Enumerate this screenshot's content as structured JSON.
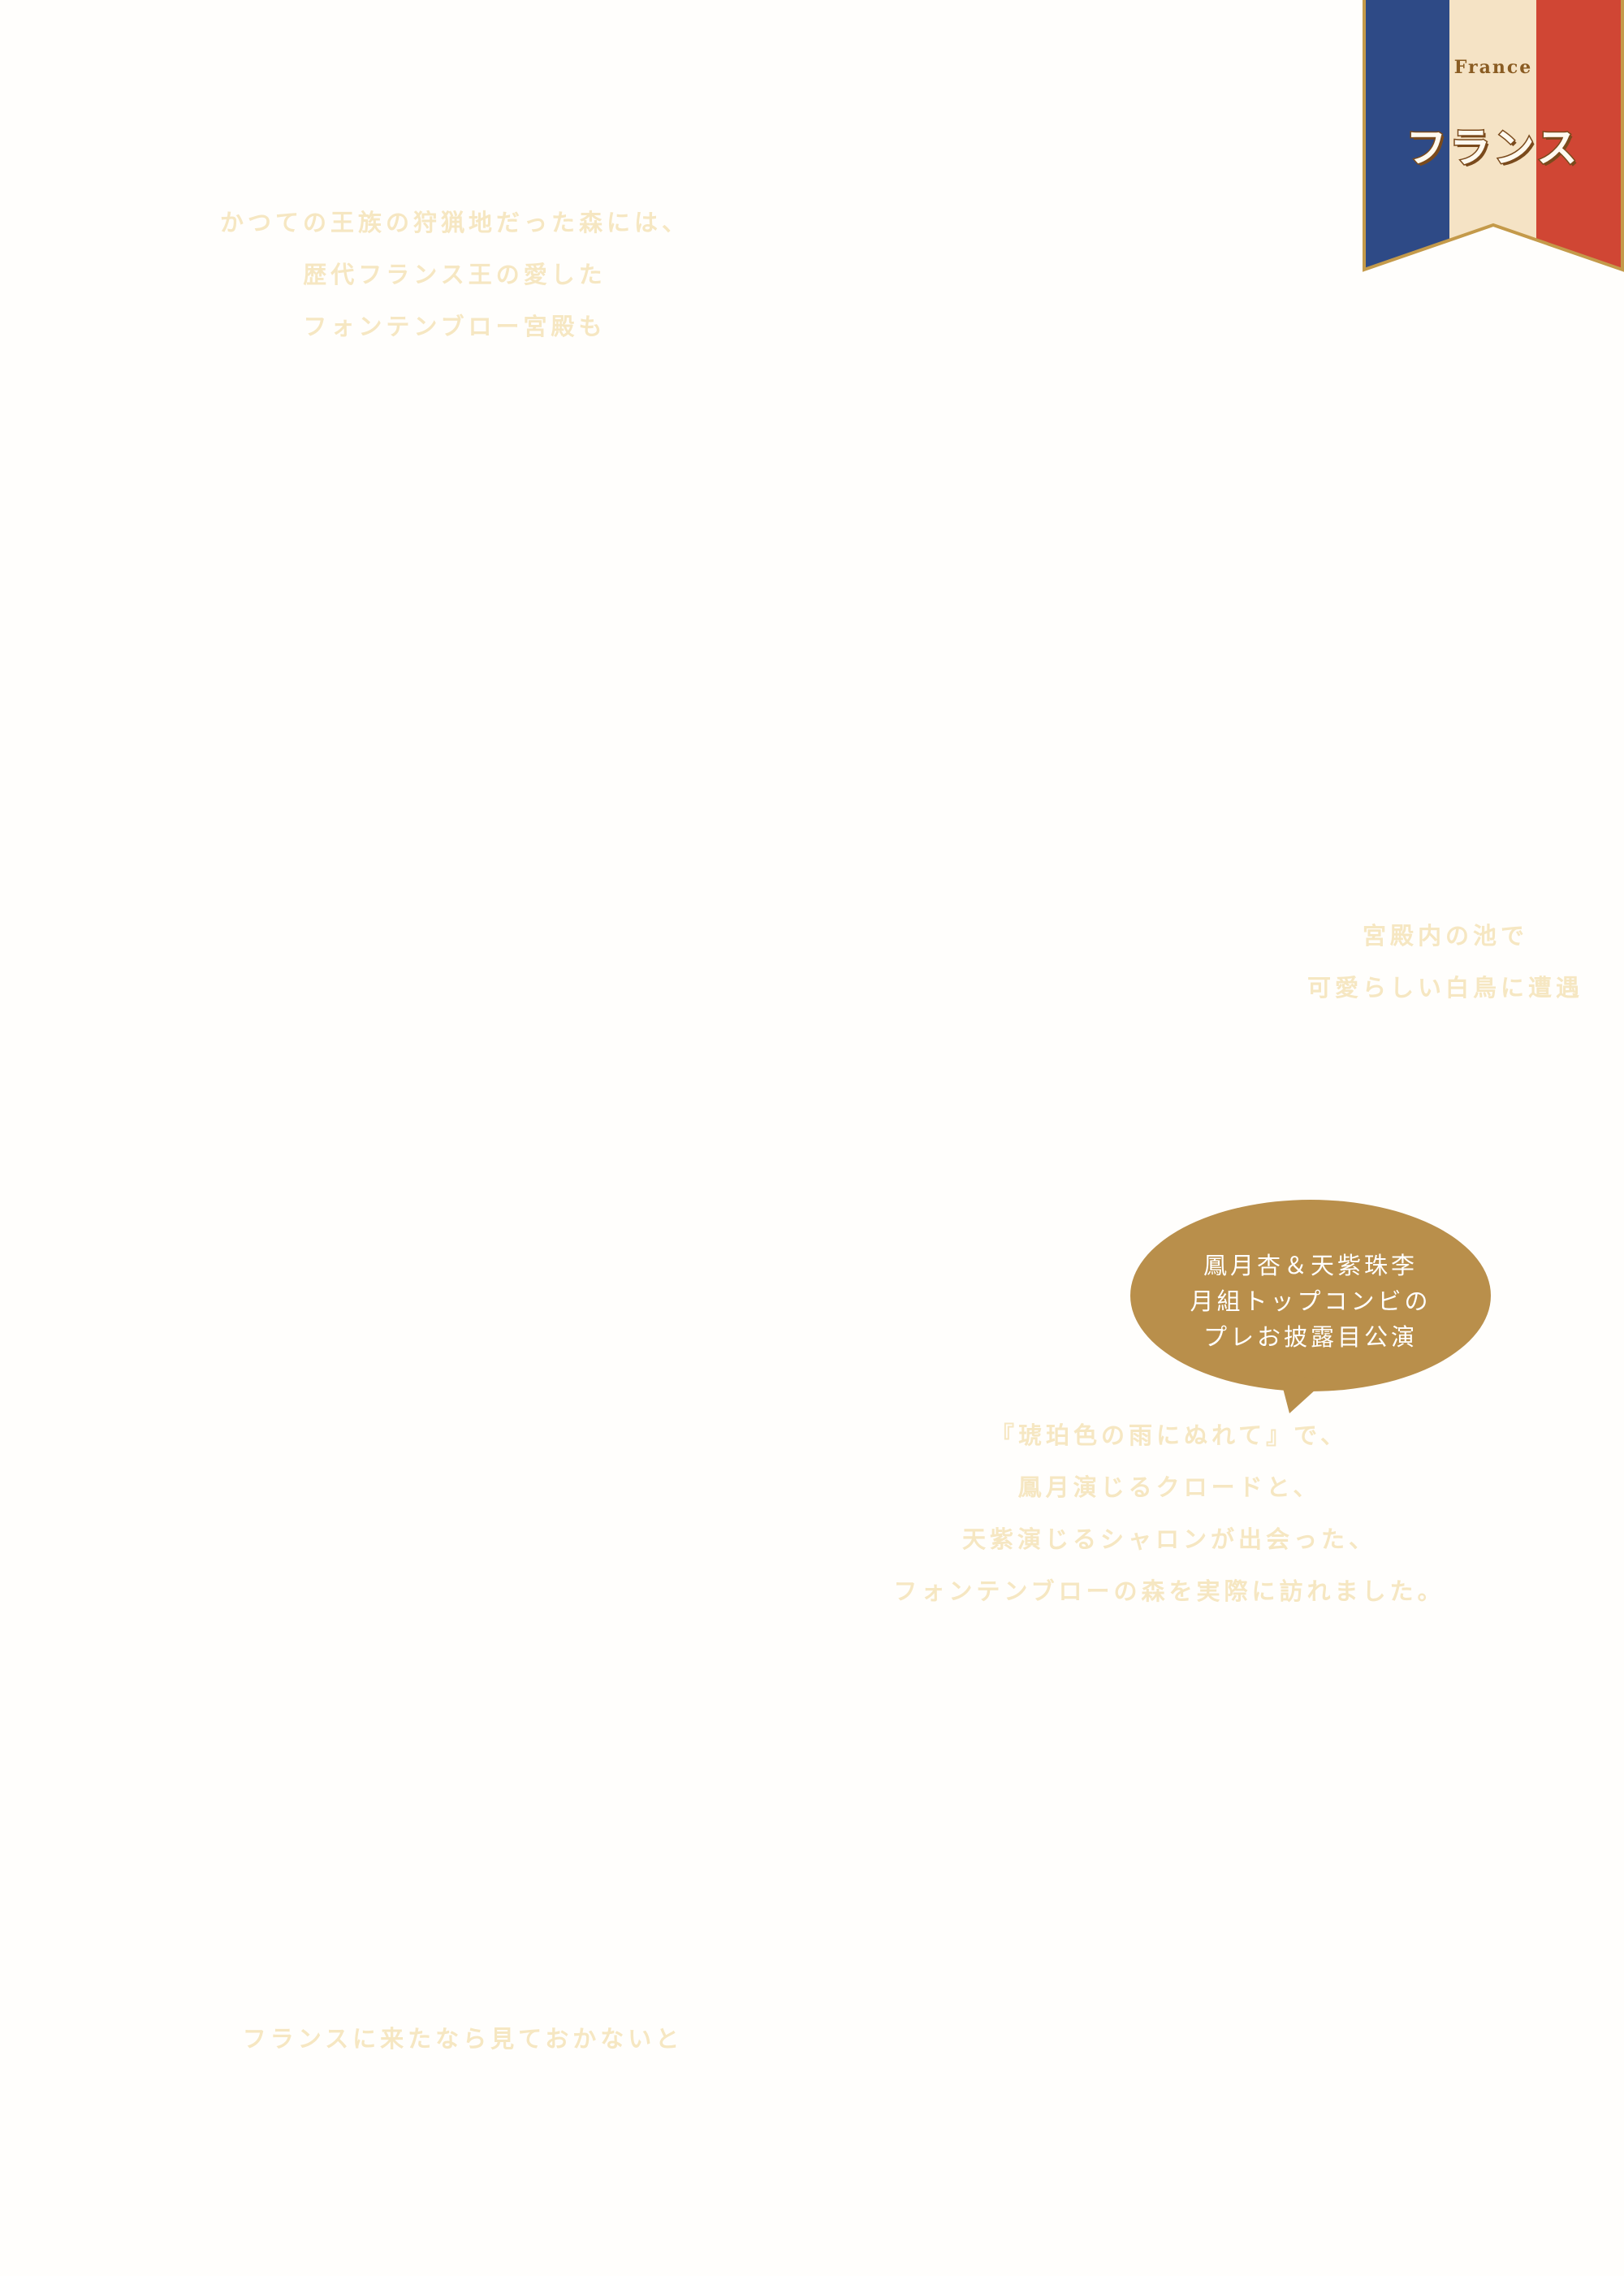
{
  "ribbon": {
    "label_en": "France",
    "label_ja": "フランス",
    "colors": [
      "#2e4a86",
      "#f5e3c5",
      "#d04634"
    ],
    "border_color": "#c49a4a"
  },
  "captions": {
    "intro": [
      "かつての王族の狩猟地だった森には、",
      "歴代フランス王の愛した",
      "フォンテンブロー宮殿も"
    ],
    "pond": [
      "宮殿内の池で",
      "可愛らしい白鳥に遭遇"
    ],
    "film": [
      "『琥珀色の雨にぬれて』で、",
      "鳳月演じるクロードと、",
      "天紫演じるシャロンが出会った、",
      "フォンテンブローの森を実際に訪れました。"
    ],
    "must_see": [
      "フランスに来たなら見ておかないと"
    ]
  },
  "bubble": {
    "lines": [
      "鳳月杏＆天紫珠李",
      "月組トップコンビの",
      "プレお披露目公演"
    ],
    "color": "#b98f4b"
  },
  "text_color": "#f6e7c2"
}
